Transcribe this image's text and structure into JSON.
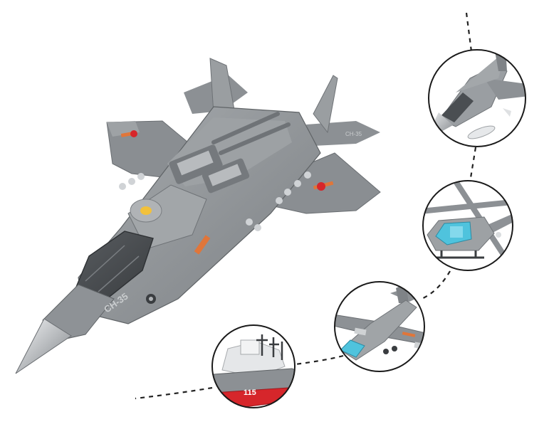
{
  "product": {
    "main_model": {
      "name": "stealth-fighter-brick-model",
      "fuselage_marking": "CH-35",
      "tail_marking": "CH-35"
    },
    "alternate_builds": [
      {
        "name": "fighter-jet-build"
      },
      {
        "name": "attack-helicopter-build"
      },
      {
        "name": "transport-aircraft-build"
      },
      {
        "name": "destroyer-ship-build",
        "hull_number": "115"
      }
    ]
  },
  "colors": {
    "brick_gray": "#8e9296",
    "brick_light": "#c4c7ca",
    "brick_dark": "#5f6366",
    "accent_orange": "#e0763a",
    "hull_red": "#d6262b",
    "canopy_blue": "#4fc3dd",
    "circle_border": "#1a1a1a",
    "dash_line": "#222222"
  }
}
